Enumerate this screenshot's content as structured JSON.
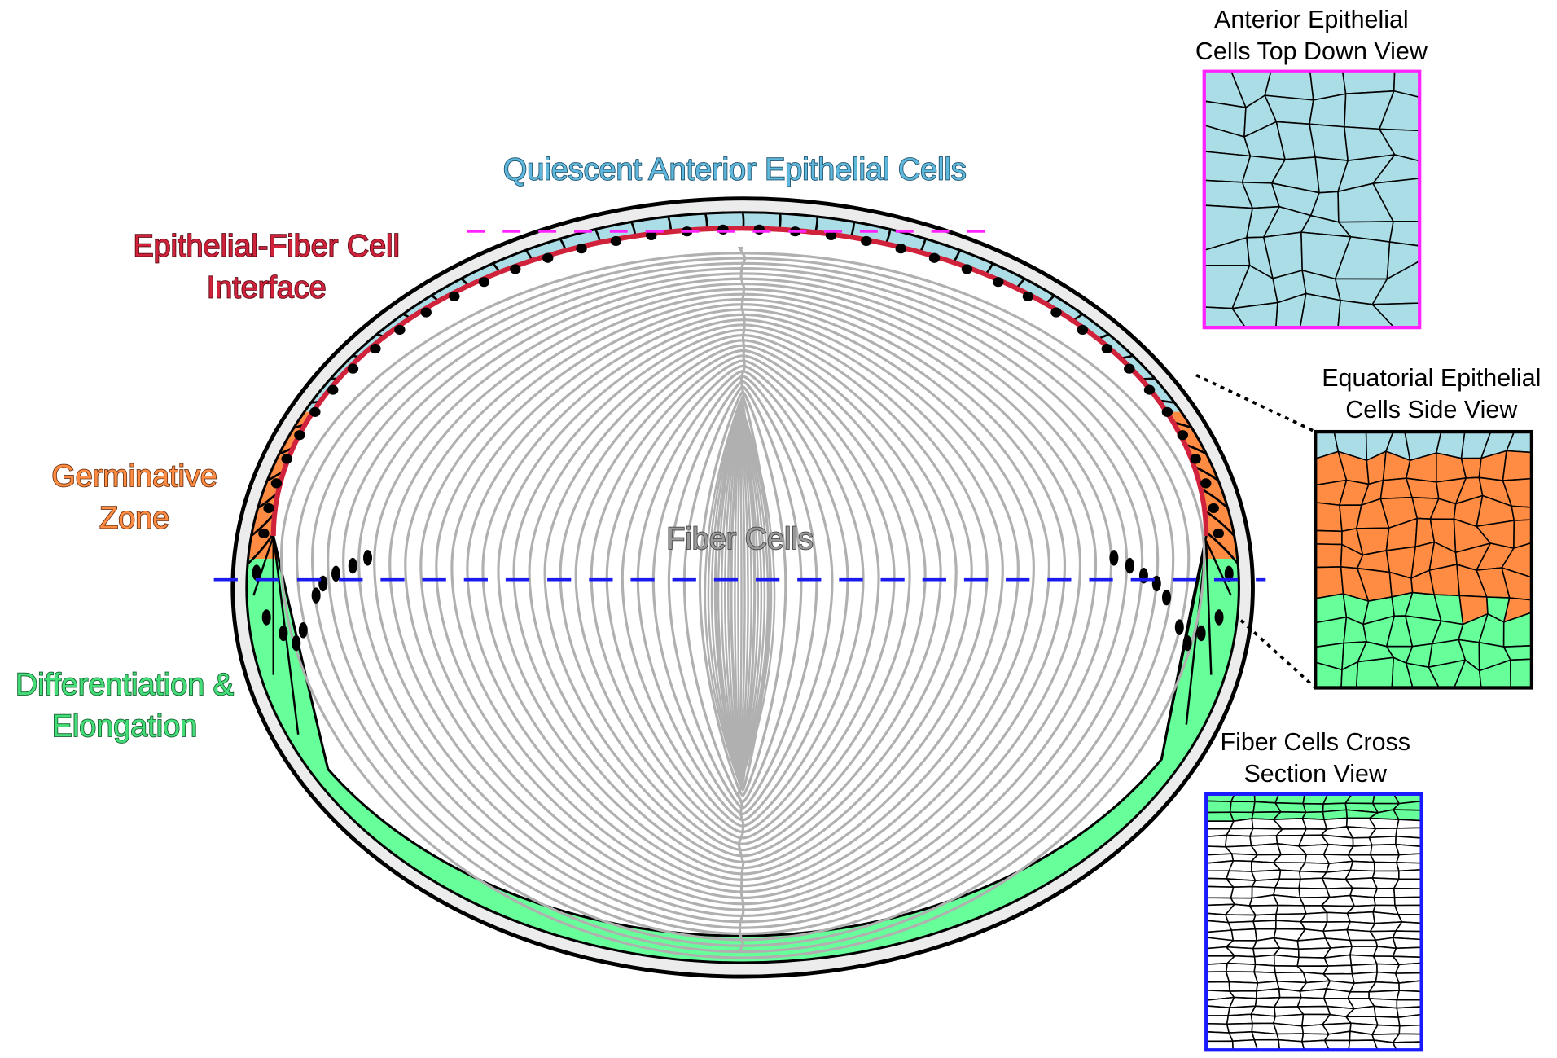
{
  "labels": {
    "quiescent": "Quiescent Anterior Epithelial Cells",
    "interface_1": "Epithelial-Fiber Cell",
    "interface_2": "Interface",
    "germinative_1": "Germinative",
    "germinative_2": "Zone",
    "differentiation_1": "Differentiation &",
    "differentiation_2": "Elongation",
    "fiber": "Fiber Cells"
  },
  "insets": {
    "anterior_1": "Anterior Epithelial",
    "anterior_2": "Cells Top Down View",
    "equatorial_1": "Equatorial Epithelial",
    "equatorial_2": "Cells Side View",
    "fiber_1": "Fiber Cells Cross",
    "fiber_2": "Section View"
  },
  "colors": {
    "quiescent": "#abdde6",
    "germinative": "#ff8c42",
    "differentiation": "#66ff99",
    "interface": "#d0223a",
    "fiber": "#b0b0b0",
    "anterior_border": "#ff22ff",
    "fiber_border": "#1a1aff",
    "equator_line": "#1a1aee"
  }
}
